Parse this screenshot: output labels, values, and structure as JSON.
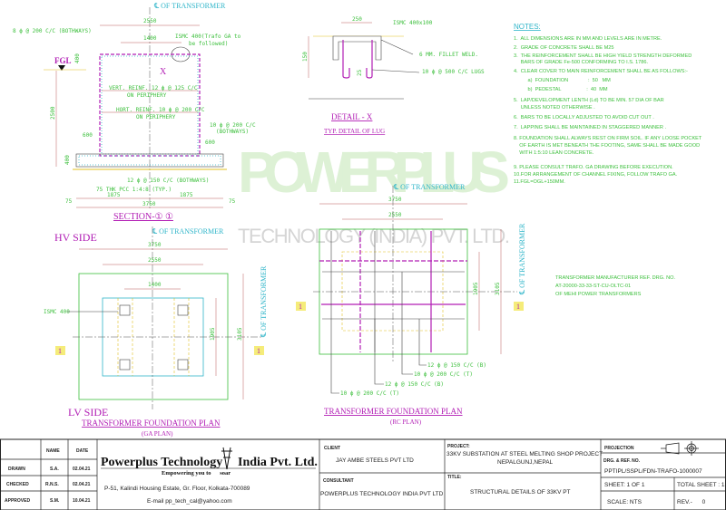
{
  "section": {
    "cl": "℄ OF TRANSFORMER",
    "d2550": "2550",
    "d1400": "1400",
    "rebar_top": "8 ϕ @ 200 C/C (BOTHWAYS)",
    "ismc": "ISMC 400(Trafo GA to",
    "ismc2": "be followed)",
    "x": "X",
    "fgl": "FGL",
    "d400a": "400",
    "d2500": "2500",
    "vert": "VERT. REINF. 12 ϕ @ 125 C/C",
    "vert2": "ON PERIPHERY",
    "hort": "HORT. REINF. 10 ϕ @ 200 C/C",
    "hort2": "ON PERIPHERY",
    "r10": "10 ϕ @ 200 C/C",
    "r10b": "(BOTHWAYS)",
    "d600a": "600",
    "d600b": "600",
    "d400b": "400",
    "r12": "12 ϕ @ 150 C/C (BOTHWAYS)",
    "pcc": "75 THK PCC 1:4:8 (TYP.)",
    "d75a": "75",
    "d75b": "75",
    "d1875a": "1875",
    "d1875b": "1875",
    "d3750": "3750",
    "title": "SECTION-① ①"
  },
  "detail": {
    "d250": "250",
    "ismc": "ISMC 400x100",
    "weld": "6 MM. FILLET WELD.",
    "lugs": "10 ϕ @ 500 C/C LUGS",
    "d150": "150",
    "d25": "25",
    "title": "DETAIL - X",
    "sub": "TYP. DETAIL OF LUG"
  },
  "notes": {
    "heading": "NOTES:",
    "items": [
      "1.  ALL DIMENSIONS ARE IN MM AND LEVELS ARE IN METRE.",
      "2.  GRADE OF CONCRETE SHALL BE M25",
      "3.  THE REINFORCEMENT SHALL BE HIGH YIELD STRENGTH DEFORMED",
      "     BARS OF GRADE Fe-500 CONFORMING TO I.S. 1786.",
      "4.  CLEAR COVER TO MAIN REINFORCEMENT SHALL BE AS FOLLOWS:-",
      "          a)  FOUNDATION              :  50   MM",
      "          b)  PEDESTAL                  :  40  MM",
      "5.  LAP/DEVELOPMENT LENTH (Ld) TO BE MIN. 57 DIA OF BAR",
      "     UNLESS NOTED OTHERWISE .",
      "6.  BARS TO BE LOCALLY ADJUSTED TO AVOID CUT OUT .",
      "7.  LAPPING SHALL BE MAINTAINED IN STAGGERED MANNER .",
      "8. FOUNDATION SHALL ALWAYS REST ON FIRM SOIL. IF ANY LOOSE POCKET",
      "    OF EARTH IS MET BENEATH THE FOOTING, SAME SHALL BE MADE GOOD",
      "    WITH 1:5:10 LEAN CONCRETE.",
      "9. PLEASE CONSULT TRAFO. GA DRAWING BEFORE EXECUTION.",
      "10.FOR ARRANGEMENT OF CHANNEL FIXING, FOLLOW TRAFO GA.",
      "11.FGL=OGL+150MM."
    ]
  },
  "ref": {
    "l1": "TRANSFORMER MANUFACTURER REF. DRG. NO.",
    "l2": "AT-20000-33-33-ST-CU-OLTC-01",
    "l3": "OF MEHI POWER TRANSFORMERS"
  },
  "ga": {
    "hv": "HV SIDE",
    "lv": "LV SIDE",
    "cl": "℄ OF TRANSFORMER",
    "cl2": "℄ OF TRANSFORMER",
    "d3750": "3750",
    "d2550": "2550",
    "d1400": "1400",
    "d1905": "1905",
    "d3105": "3105",
    "ismc": "ISMC 400",
    "sec": "1",
    "title": "TRANSFORMER FOUNDATION PLAN",
    "sub": "(GA PLAN)"
  },
  "rc": {
    "cl": "℄ OF TRANSFORMER",
    "cl2": "℄ OF TRANSFORMER",
    "d3750": "3750",
    "d2550": "2550",
    "d1905": "1905",
    "d3105": "3105",
    "b1": "12 ϕ @ 150 C/C (B)",
    "b2": "10 ϕ @ 200 C/C (T)",
    "b3": "12 ϕ @ 150 C/C (B)",
    "b4": "10 ϕ @ 200 C/C (T)",
    "sec": "1",
    "title": "TRANSFORMER FOUNDATION PLAN",
    "sub": "(RC PLAN)"
  },
  "watermark": {
    "big": "POWERPLUS",
    "small": "TECHNOLOGY (INDIA) PVT. LTD."
  },
  "titleblock": {
    "name_h": "NAME",
    "date_h": "DATE",
    "rows": [
      {
        "role": "DRAWN",
        "name": "S.A.",
        "date": "02.04.21"
      },
      {
        "role": "CHECKED",
        "name": "R.N.S.",
        "date": "02.04.21"
      },
      {
        "role": "APPROVED",
        "name": "S.M.",
        "date": "10.04.21"
      }
    ],
    "company": "Powerplus Technology",
    "company2": "India Pvt. Ltd.",
    "tagline": "Empowering you to      soar",
    "address": "P-51, Kalindi Housing Estate, Gr. Floor, Kolkata-700089",
    "email": "E-mail pp_tech_cal@yahoo.com",
    "client_h": "CLIENT",
    "client": "JAY AMBE STEELS PVT LTD",
    "consultant_h": "CONSULTANT",
    "consultant": "POWERPLUS TECHNOLOGY INDIA PVT LTD",
    "project_h": "PROJECT:",
    "project": "33KV SUBSTATION AT STEEL MELTING SHOP PROJECT",
    "project2": "NEPALGUNJ,NEPAL",
    "title_h": "TITLE:",
    "title": "STRUCTURAL DETAILS OF 33KV PT",
    "projection_h": "PROJECTION",
    "drg_h": "DRG. & REF. NO.",
    "drg": "PPTIPL/SSPL/FDN-TRAFO-1000007",
    "sheet": "SHEET: 1 OF 1",
    "total": "TOTAL SHEET : 1",
    "scale": "SCALE: NTS",
    "rev": "REV.-      0"
  }
}
